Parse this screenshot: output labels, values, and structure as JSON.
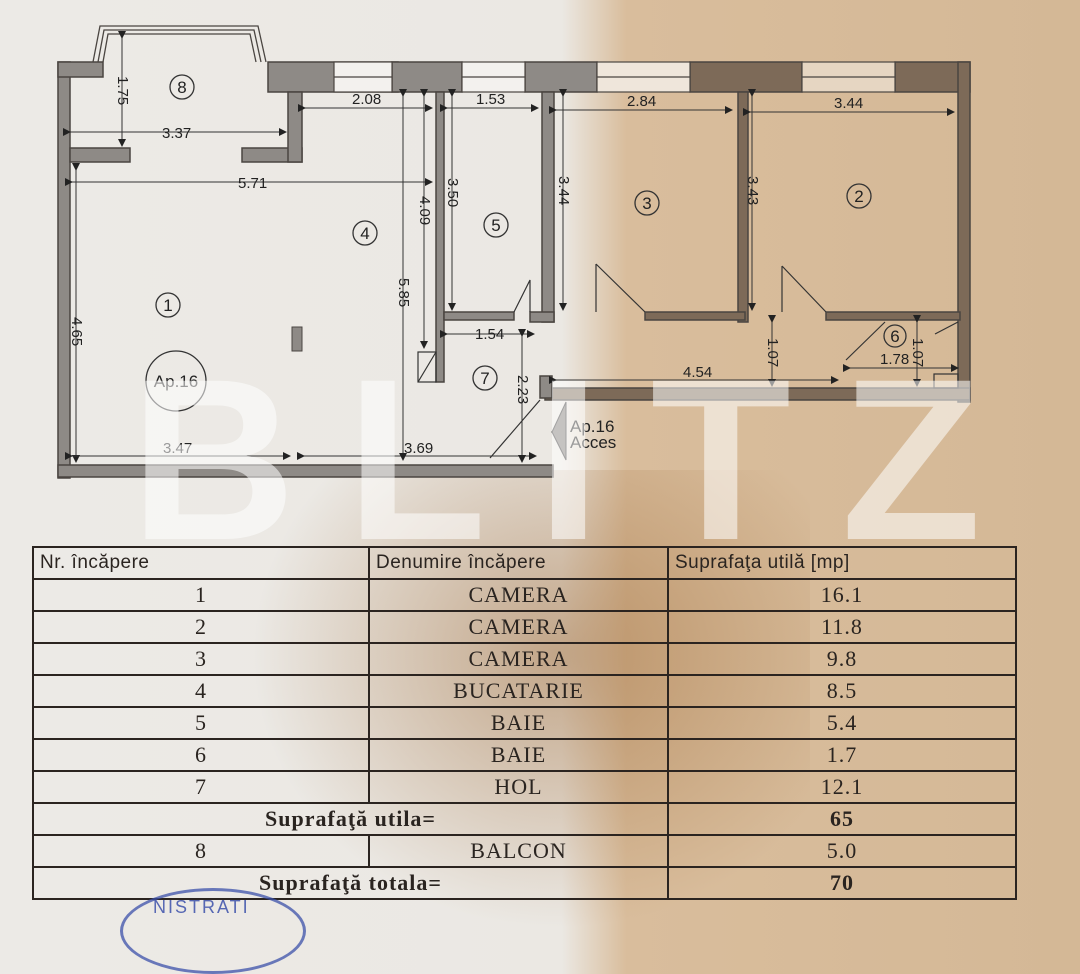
{
  "floor_plan": {
    "apartment_label": "Ap.16",
    "access_label_line1": "Ap.16",
    "access_label_line2": "Acces",
    "watermark": "BLITZ",
    "rooms": [
      {
        "num": "1",
        "dims": [
          "5.71",
          "4.65",
          "3.47"
        ]
      },
      {
        "num": "2",
        "dims": [
          "3.44",
          "3.43"
        ]
      },
      {
        "num": "3",
        "dims": [
          "2.84",
          "3.44"
        ]
      },
      {
        "num": "4",
        "dims": [
          "2.08",
          "4.09",
          "5.85",
          "3.69"
        ]
      },
      {
        "num": "5",
        "dims": [
          "1.53",
          "3.50"
        ]
      },
      {
        "num": "6",
        "dims": [
          "1.78",
          "1.07"
        ]
      },
      {
        "num": "7",
        "dims": [
          "1.54",
          "2.23",
          "4.54",
          "1.07"
        ]
      },
      {
        "num": "8",
        "dims": [
          "3.37",
          "1.75"
        ]
      }
    ],
    "dimensions": {
      "d_5_71": "5.71",
      "d_4_65": "4.65",
      "d_3_47": "3.47",
      "d_3_69": "3.69",
      "d_2_08": "2.08",
      "d_4_09": "4.09",
      "d_5_85": "5.85",
      "d_1_53": "1.53",
      "d_3_50": "3.50",
      "d_1_54": "1.54",
      "d_2_23": "2.23",
      "d_2_84": "2.84",
      "d_3_44a": "3.44",
      "d_3_44b": "3.44",
      "d_3_43": "3.43",
      "d_4_54": "4.54",
      "d_1_07a": "1.07",
      "d_1_78": "1.78",
      "d_1_07b": "1.07",
      "d_3_37": "3.37",
      "d_1_75": "1.75"
    },
    "room_numbers": {
      "r1": "1",
      "r2": "2",
      "r3": "3",
      "r4": "4",
      "r5": "5",
      "r6": "6",
      "r7": "7",
      "r8": "8"
    }
  },
  "table": {
    "headers": [
      "Nr. încăpere",
      "Denumire încăpere",
      "Suprafaţa utilă [mp]"
    ],
    "rows": [
      {
        "nr": "1",
        "name": "CAMERA",
        "area": "16.1"
      },
      {
        "nr": "2",
        "name": "CAMERA",
        "area": "11.8"
      },
      {
        "nr": "3",
        "name": "CAMERA",
        "area": "9.8"
      },
      {
        "nr": "4",
        "name": "BUCATARIE",
        "area": "8.5"
      },
      {
        "nr": "5",
        "name": "BAIE",
        "area": "5.4"
      },
      {
        "nr": "6",
        "name": "BAIE",
        "area": "1.7"
      },
      {
        "nr": "7",
        "name": "HOL",
        "area": "12.1"
      }
    ],
    "useful_label": "Suprafaţă utila=",
    "useful_value": "65",
    "balcony": {
      "nr": "8",
      "name": "BALCON",
      "area": "5.0"
    },
    "total_label": "Suprafaţă  totala=",
    "total_value": "70"
  },
  "stamp_text": "NISTRATI"
}
